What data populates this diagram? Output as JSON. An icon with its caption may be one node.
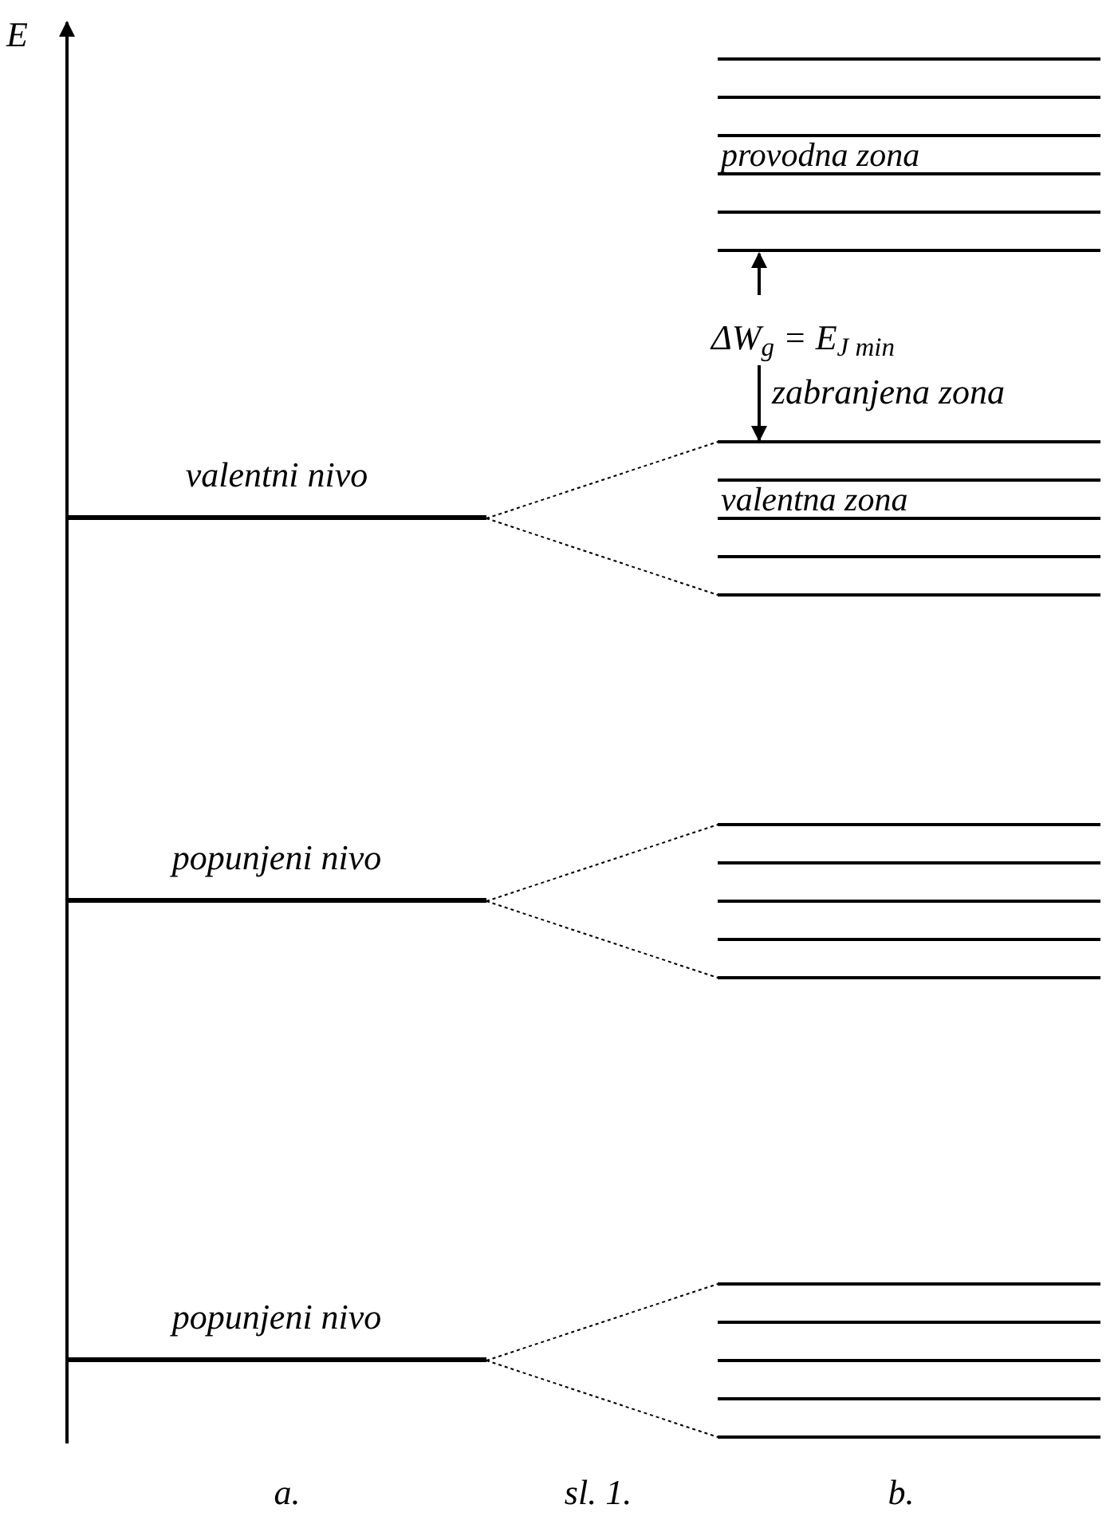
{
  "diagram": {
    "caption": "sl. 1.",
    "nodes": [
      {
        "text": [
          "valentni nivo"
        ]
      },
      {
        "text": [
          "popunjeni nivo"
        ]
      },
      {
        "text": [
          "popunjeni nivo"
        ]
      },
      {
        "text": [
          "provodna zona"
        ]
      },
      {
        "text": [
          "valentna zona"
        ]
      },
      {
        "text": [],
        "shape": "bar"
      },
      {
        "text": [],
        "shape": "bar"
      }
    ],
    "edges": [
      {
        "from": 0,
        "to": 4,
        "arrow": "none",
        "style": "dashed"
      },
      {
        "from": 0,
        "to": 4,
        "arrow": "none",
        "style": "dashed"
      },
      {
        "from": 1,
        "to": 5,
        "arrow": "none",
        "style": "dashed"
      },
      {
        "from": 1,
        "to": 5,
        "arrow": "none",
        "style": "dashed"
      },
      {
        "from": 2,
        "to": 6,
        "arrow": "none",
        "style": "dashed"
      },
      {
        "from": 2,
        "to": 6,
        "arrow": "none",
        "style": "dashed"
      }
    ],
    "labels": [
      "E",
      "ΔW$_{g}$ = E$_{J min}$",
      "zabranjena zona",
      "a.",
      "b."
    ]
  }
}
